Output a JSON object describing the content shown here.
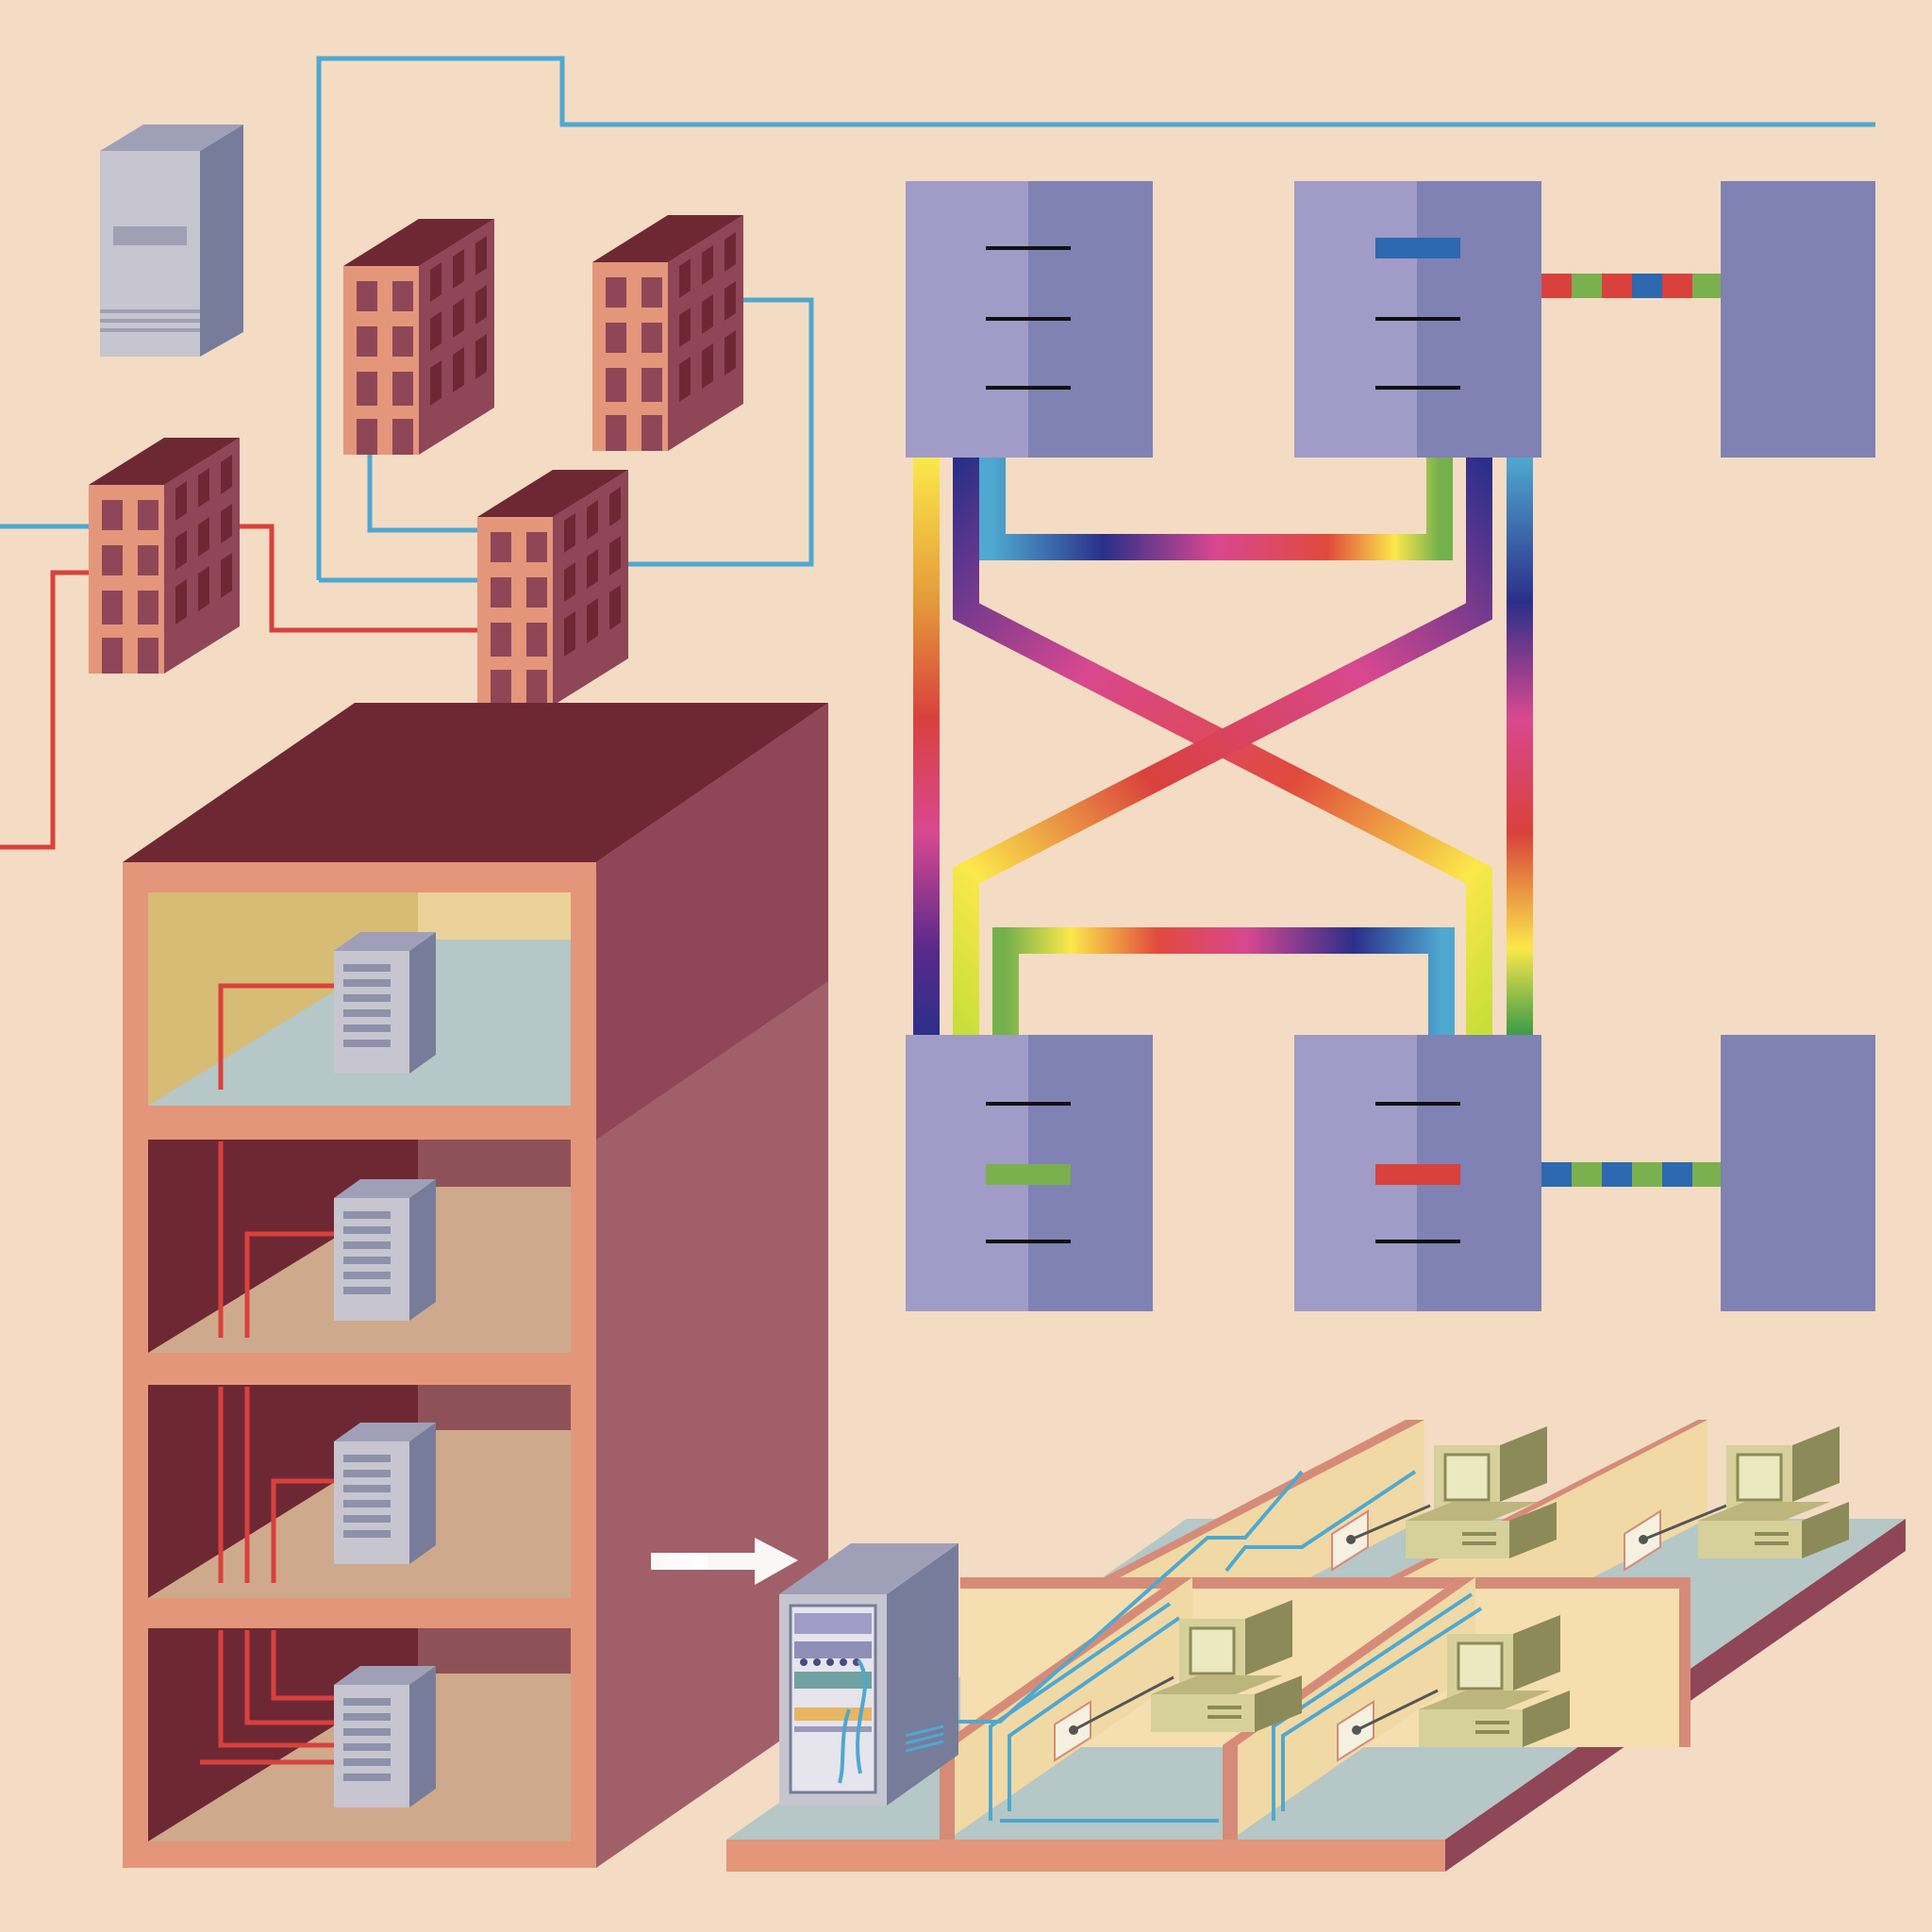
{
  "colors": {
    "background": "#f3dcc3",
    "cable_blue": "#4fa8d0",
    "cable_red": "#d9413c",
    "building_front": "#e3967a",
    "building_side": "#8f4657",
    "building_top": "#6e2834",
    "window": "#8f4657",
    "server_light": "#c7c5cf",
    "server_dark": "#777c9a",
    "switch_light": "#a09cc7",
    "switch_dark": "#7f82b3",
    "slot_black": "#111111",
    "slot_blue": "#2d68b0",
    "slot_green": "#7bb04e",
    "slot_red": "#d9413c",
    "floor_tan": "#cfa98b",
    "floor_wall": "#6e2834",
    "floor_gray": "#b5c7c6",
    "floor_yellow": "#d6bc75",
    "desk_gray": "#b5c7c6",
    "partition": "#f0d9a5",
    "monitor": "#d6d09a",
    "arrow": "#ffffff"
  },
  "icons": {
    "server": "server-tower-icon",
    "building": "office-building-icon",
    "switch": "network-switch-icon",
    "computer": "desktop-computer-icon",
    "rack": "server-rack-icon",
    "arrow": "arrow-right-icon"
  },
  "nodes": {
    "top_switches": [
      "switch-top-left",
      "switch-top-middle",
      "switch-top-right"
    ],
    "bottom_switches": [
      "switch-bottom-left",
      "switch-bottom-middle",
      "switch-bottom-right"
    ],
    "workstations": 4,
    "office_floors": 4
  }
}
